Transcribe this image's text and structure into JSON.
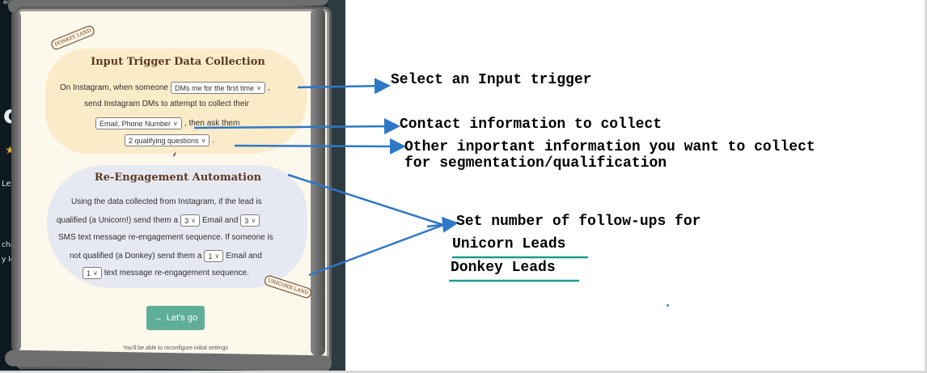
{
  "background": {
    "top_text": "eg",
    "fragment_c": "c",
    "fragment_lea": "Lea",
    "fragment_chat": "chat",
    "fragment_le": "y le"
  },
  "scroll": {
    "donkey_badge": "DONKEY LAND",
    "unicorn_badge": "UNICORN LAND",
    "trigger_section": {
      "title": "Input Trigger Data Collection",
      "line1_prefix": "On Instagram, when someone",
      "trigger_select": "DMs me for the first time",
      "line1_suffix": ",",
      "line2": "send Instagram DMs to attempt to collect their",
      "contact_select": "Email, Phone Number",
      "line3_suffix": ", then ask them",
      "questions_select": "2 qualifying questions",
      "line4_suffix": "."
    },
    "reengage_section": {
      "title": "Re-Engagement Automation",
      "r1": "Using the data collected from Instagram, if the lead is",
      "r2_prefix": "qualified (a Unicorn!) send them a",
      "unicorn_email_select": "3",
      "r2_mid": "Email and",
      "unicorn_sms_select": "3",
      "r3": "SMS text message re-engagement sequence. If someone is",
      "r4_prefix": "not qualified (a Donkey) send them a",
      "donkey_email_select": "1",
      "r4_suffix": "Email and",
      "donkey_sms_select": "1",
      "r5_suffix": "text message re-engagement sequence."
    },
    "lets_go_label": "Let's go",
    "reconfig_note": "You'll be able to reconfigure initial settings"
  },
  "annotations": {
    "select_trigger": "Select an Input trigger",
    "contact_info": "Contact information to collect",
    "other_info_line1": "Other inportant information you want to collect",
    "other_info_line2": "for segmentation/qualification",
    "followups": "Set number of follow-ups for",
    "unicorn_leads": "Unicorn Leads",
    "donkey_leads": "Donkey Leads"
  },
  "colors": {
    "arrow": "#2e78c7",
    "underline": "#1a9c8c",
    "button": "#5fae98"
  }
}
